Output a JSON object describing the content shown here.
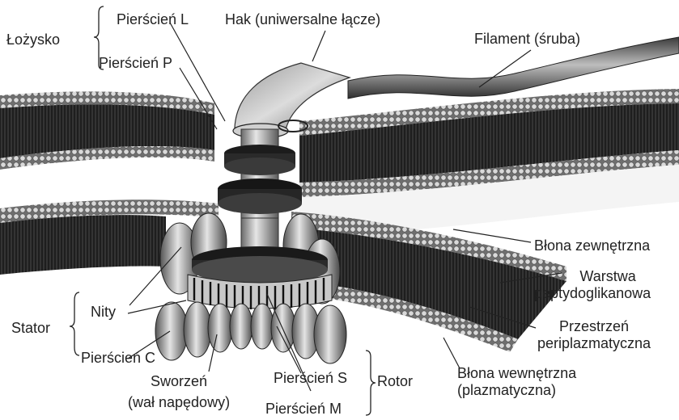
{
  "labels": {
    "lozysko": "Łożysko",
    "pierscien_l": "Pierścień L",
    "pierscien_p": "Pierścień P",
    "hak": "Hak (uniwersalne łącze)",
    "filament": "Filament (śruba)",
    "blona_zewn": "Błona zewnętrzna",
    "warstwa_1": "Warstwa",
    "warstwa_2": "peptydoglikanowa",
    "przestrzen_1": "Przestrzeń",
    "przestrzen_2": "periplazmatyczna",
    "blona_wewn_1": "Błona wewnętrzna",
    "blona_wewn_2": "(plazmatyczna)",
    "stator": "Stator",
    "nity": "Nity",
    "pierscien_c": "Pierścień C",
    "sworzen_1": "Sworzeń",
    "sworzen_2": "(wał napędowy)",
    "pierscien_s": "Pierścień S",
    "pierscien_m": "Pierścień M",
    "rotor": "Rotor"
  }
}
